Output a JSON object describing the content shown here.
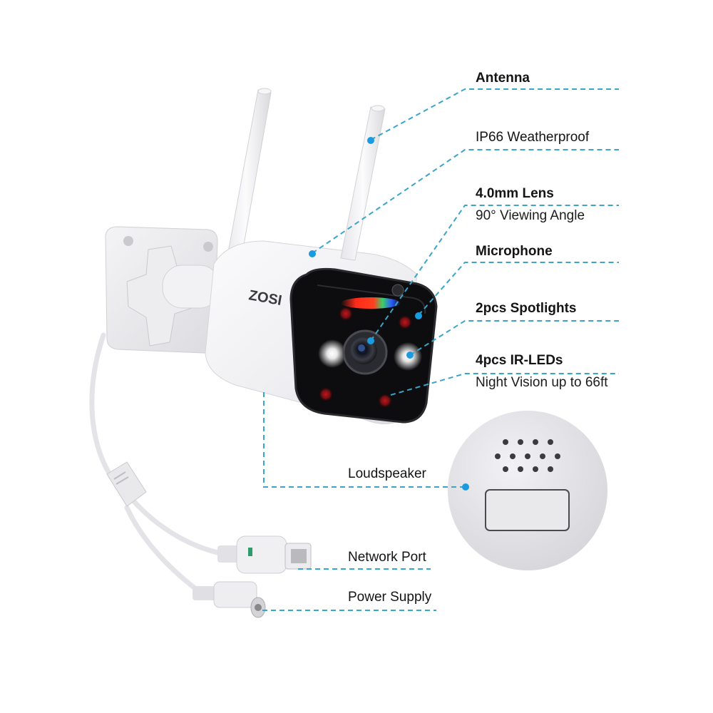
{
  "product": {
    "brand": "ZOSI",
    "type": "Wi-Fi bullet security camera"
  },
  "colors": {
    "callout_line": "#3aa5c9",
    "callout_dot": "#1a9be0",
    "label_text": "#141414",
    "background": "#ffffff",
    "camera_body": "#f3f3f5",
    "camera_face": "#0d0d0f"
  },
  "callouts": [
    {
      "id": "antenna",
      "title": "Antenna",
      "subtitle": null
    },
    {
      "id": "weatherproof",
      "title": "IP66 Weatherproof",
      "subtitle": null
    },
    {
      "id": "lens",
      "title": "4.0mm Lens",
      "subtitle": "90° Viewing Angle"
    },
    {
      "id": "microphone",
      "title": "Microphone",
      "subtitle": null
    },
    {
      "id": "spotlights",
      "title": "2pcs Spotlights",
      "subtitle": null
    },
    {
      "id": "ir-leds",
      "title": "4pcs IR-LEDs",
      "subtitle": "Night Vision up to 66ft"
    },
    {
      "id": "loudspeaker",
      "title": "Loudspeaker",
      "subtitle": null
    },
    {
      "id": "network-port",
      "title": "Network Port",
      "subtitle": null
    },
    {
      "id": "power-supply",
      "title": "Power Supply",
      "subtitle": null
    }
  ],
  "speaker_detail": {
    "grille_rows": [
      4,
      5,
      4
    ]
  }
}
